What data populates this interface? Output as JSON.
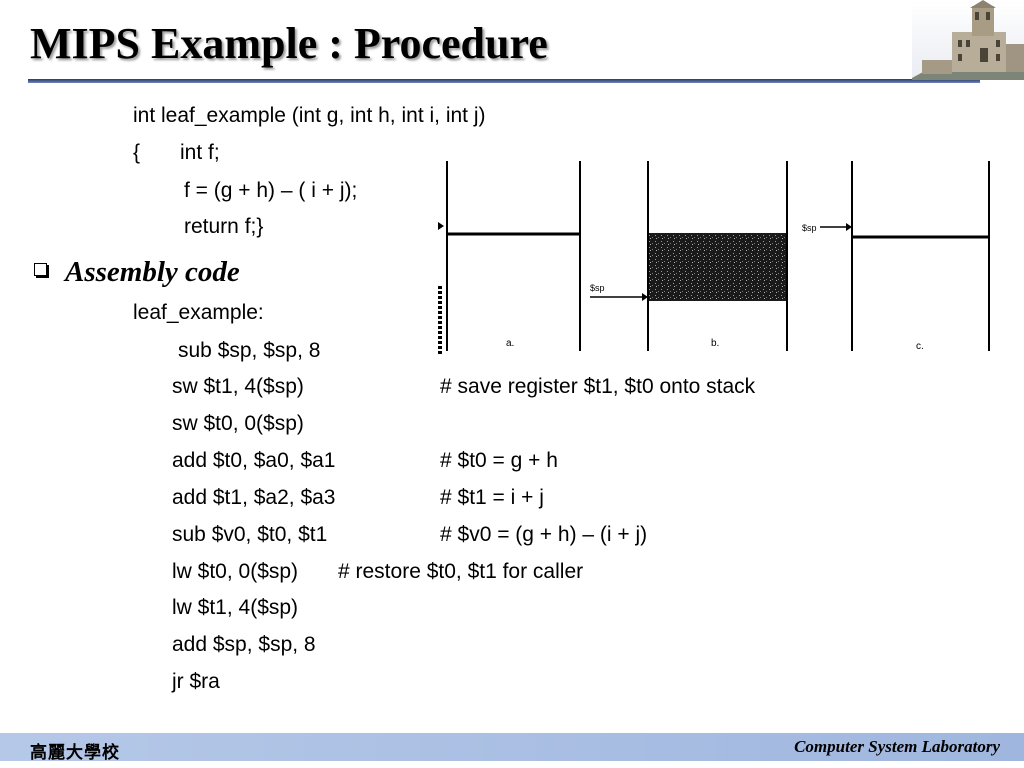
{
  "slide": {
    "title": "MIPS Example : Procedure"
  },
  "c_code": [
    "int leaf_example (int g, int h, int i, int j)",
    "{",
    "int f;",
    "f = (g + h) – ( i + j);",
    "return f;}"
  ],
  "bullet": {
    "text": "Assembly code"
  },
  "assembly": {
    "label": "leaf_example:",
    "lines": [
      {
        "code": "sub $sp, $sp, 8",
        "comment": ""
      },
      {
        "code": "sw $t1, 4($sp)",
        "comment": "# save register $t1, $t0 onto stack"
      },
      {
        "code": "sw $t0, 0($sp)",
        "comment": ""
      },
      {
        "code": "add $t0, $a0, $a1",
        "comment": "# $t0 = g + h"
      },
      {
        "code": "add $t1, $a2, $a3",
        "comment": "# $t1 = i + j"
      },
      {
        "code": "sub $v0, $t0, $t1",
        "comment": "# $v0 = (g + h) – (i + j)"
      },
      {
        "code": "lw $t0, 0($sp)",
        "comment": "# restore $t0, $t1 for caller"
      },
      {
        "code": "lw $t1, 4($sp)",
        "comment": ""
      },
      {
        "code": "add $sp, $sp, 8",
        "comment": ""
      },
      {
        "code": "jr $ra",
        "comment": ""
      }
    ]
  },
  "figure": {
    "panel_labels": [
      "a.",
      "b.",
      "c."
    ],
    "sp_label": "$sp"
  },
  "footer": {
    "left": "高麗大學校",
    "right": "Computer System Laboratory"
  },
  "colors": {
    "title_rule": "#2a3a66",
    "footer_band": "#b5c8e8"
  },
  "icons": {
    "logo": "university-building-icon",
    "bullet": "square-bullet-icon"
  }
}
